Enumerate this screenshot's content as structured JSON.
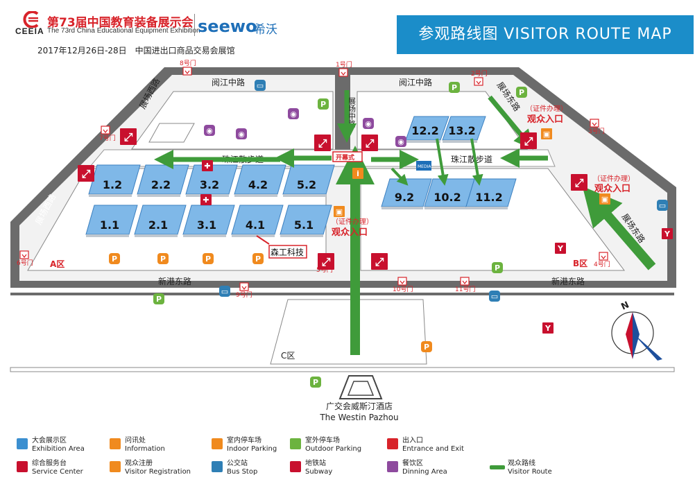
{
  "header": {
    "logo_brand": "CEEIA",
    "logo_title": "第73届中国教育装备展示会",
    "logo_subtitle": "The 73rd China Educational Equipment Exhibition",
    "sponsor_name": "seewo",
    "sponsor_name_cn": "希沃",
    "event_dates": "2017年12月26日-28日　中国进出口商品交易会展馆",
    "banner_title": "参观路线图 VISITOR ROUTE MAP"
  },
  "roads": {
    "north": "阅江中路",
    "north_east": "阅江中路",
    "west": "展场西路",
    "east_upper": "展场东路",
    "east_lower": "展场东路",
    "middle": "展场中路",
    "promenade_left": "珠江散步道",
    "promenade_right": "珠江散步道",
    "south_left": "新港东路",
    "south_right": "新港东路"
  },
  "halls": {
    "a_upper": [
      "1.2",
      "2.2",
      "3.2",
      "4.2",
      "5.2"
    ],
    "a_lower": [
      "1.1",
      "2.1",
      "3.1",
      "4.1",
      "5.1"
    ],
    "b_upper": [
      "12.2",
      "13.2"
    ],
    "b_lower": [
      "9.2",
      "10.2",
      "11.2"
    ]
  },
  "zones": {
    "a": "A区",
    "b": "B区",
    "c": "C区"
  },
  "gates": [
    "1号门",
    "2号门",
    "3号门",
    "4号门",
    "5号门",
    "6号门",
    "7号门",
    "8号门",
    "9号门",
    "10号门",
    "11号门"
  ],
  "entrances": {
    "cert_note": "（证件办理）",
    "main": "观众入口",
    "opening": "开幕式",
    "media": "MEDIA"
  },
  "exhibitor_tag": "森工科技",
  "hotel": {
    "cn": "广交会威斯汀酒店",
    "en": "The Westin Pazhou"
  },
  "compass": "N",
  "legend": [
    {
      "cn": "大会展示区",
      "en": "Exhibition Area",
      "icon": "exhibition-area-icon",
      "color": "#3b8fd0"
    },
    {
      "cn": "问讯处",
      "en": "Information",
      "icon": "info-icon",
      "color": "#f08a1e"
    },
    {
      "cn": "室内停车场",
      "en": "Indoor Parking",
      "icon": "indoor-parking-icon",
      "color": "#f08a1e"
    },
    {
      "cn": "室外停车场",
      "en": "Outdoor Parking",
      "icon": "outdoor-parking-icon",
      "color": "#6cb33f"
    },
    {
      "cn": "出入口",
      "en": "Entrance and Exit",
      "icon": "entrance-exit-icon",
      "color": "#d8232a"
    },
    {
      "cn": "综合服务台",
      "en": "Service Center",
      "icon": "service-center-icon",
      "color": "#c8102e"
    },
    {
      "cn": "观众注册",
      "en": "Visitor Registration",
      "icon": "visitor-registration-icon",
      "color": "#f08a1e"
    },
    {
      "cn": "公交站",
      "en": "Bus Stop",
      "icon": "bus-stop-icon",
      "color": "#2f7fb5"
    },
    {
      "cn": "地铁站",
      "en": "Subway",
      "icon": "subway-icon",
      "color": "#c8102e"
    },
    {
      "cn": "餐饮区",
      "en": "Dinning Area",
      "icon": "dining-icon",
      "color": "#8e4a9e"
    },
    {
      "cn": "观众路线",
      "en": "Visitor Route",
      "icon": "visitor-route-icon",
      "color": "#3f9b3a"
    }
  ],
  "colors": {
    "road": "#6b6b6b",
    "hall": "#7fb8e8",
    "hall_edge": "#3b7fbf",
    "route": "#3f9b3a",
    "banner": "#1b8dc9",
    "accent_red": "#d8232a"
  }
}
